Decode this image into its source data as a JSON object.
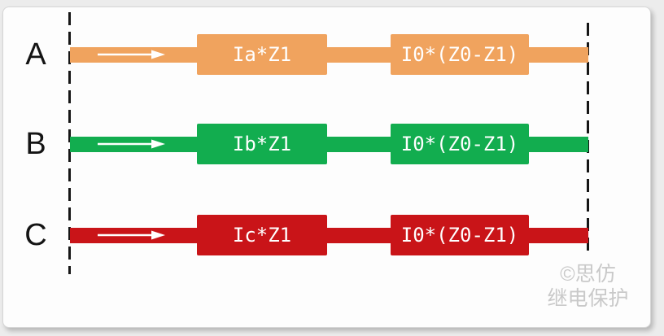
{
  "diagram": {
    "phases": [
      {
        "name": "A",
        "series_impedance_label": "Ia*Z1",
        "zero_sequence_impedance_label": "I0*(Z0-Z1)",
        "color": "#f0a35e"
      },
      {
        "name": "B",
        "series_impedance_label": "Ib*Z1",
        "zero_sequence_impedance_label": "I0*(Z0-Z1)",
        "color": "#12ad4f"
      },
      {
        "name": "C",
        "series_impedance_label": "Ic*Z1",
        "zero_sequence_impedance_label": "I0*(Z0-Z1)",
        "color": "#c91418"
      }
    ],
    "colors": {
      "phase_a": "#f0a35e",
      "phase_b": "#12ad4f",
      "phase_c": "#c91418",
      "dashed_boundary": "#161616",
      "box_text": "#ffffff",
      "watermark": "#c9c9c9"
    },
    "watermark": {
      "line1": "©思仿",
      "line2": "继电保护"
    }
  }
}
